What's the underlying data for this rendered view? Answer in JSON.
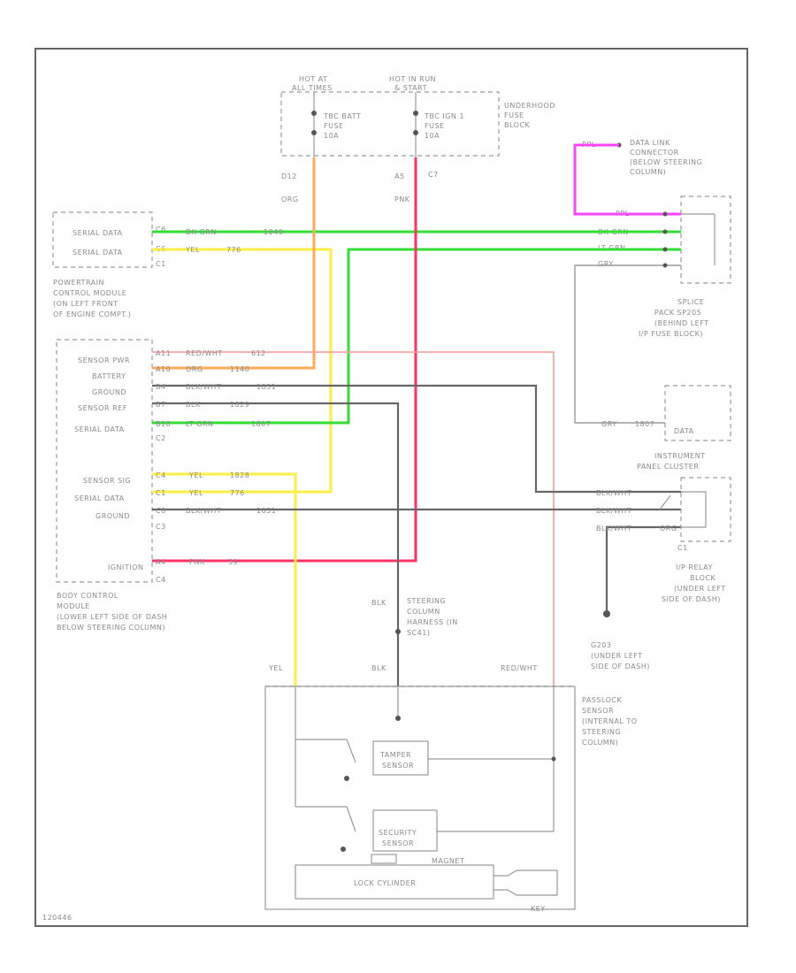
{
  "colors": {
    "dk_grn": "#33dd33",
    "yel": "#ffee44",
    "lt_grn": "#33dd33",
    "org": "#ffaa55",
    "pnk": "#ff3366",
    "red_wht": "#ff9999",
    "ppl": "#ff44ff",
    "blk": "#666666",
    "gry": "#9a9a9a"
  },
  "fuse_block": {
    "hot_at_all_times_l1": "HOT AT",
    "hot_at_all_times_l2": "ALL TIMES",
    "hot_run_l1": "HOT IN RUN",
    "hot_run_l2": "& START",
    "fuse1_l1": "TBC BATT",
    "fuse1_l2": "FUSE",
    "fuse1_l3": "10A",
    "fuse2_l1": "TBC IGN 1",
    "fuse2_l2": "FUSE",
    "fuse2_l3": "10A",
    "label_l1": "UNDERHOOD",
    "label_l2": "FUSE",
    "label_l3": "BLOCK",
    "pin_left": "D12",
    "pin_mid": "A5",
    "pin_right": "C7",
    "wire_org": "ORG",
    "wire_pnk": "PNK"
  },
  "pcm": {
    "serial_data_1": "SERIAL DATA",
    "serial_data_2": "SERIAL DATA",
    "pin1": "C6",
    "pin2": "C6",
    "wire1": "DK GRN",
    "circ1": "1049",
    "wire2": "YEL",
    "circ2": "776",
    "conn": "C1",
    "label_l1": "POWERTRAIN",
    "label_l2": "CONTROL MODULE",
    "label_l3": "(ON LEFT FRONT",
    "label_l4": "OF ENGINE COMPT.)"
  },
  "dlc": {
    "wire": "PPL",
    "label_l1": "DATA LINK",
    "label_l2": "CONNECTOR",
    "label_l3": "(BELOW STEERING",
    "label_l4": "COLUMN)",
    "w_ppl": "PPL",
    "w_dkgrn": "DK GRN",
    "w_ltgrn": "LT GRN",
    "w_gry": "GRY"
  },
  "splice": {
    "label_l1": "SPLICE",
    "label_l2": "PACK SP205",
    "label_l3": "(BEHIND LEFT",
    "label_l4": "I/P FUSE BLOCK)"
  },
  "bcm": {
    "sensor_pwr": "SENSOR PWR",
    "battery": "BATTERY",
    "ground1": "GROUND",
    "sensor_ref": "SENSOR REF",
    "serial_data": "SERIAL DATA",
    "sensor_sig": "SENSOR SIG",
    "serial_data2": "SERIAL DATA",
    "ground2": "GROUND",
    "ignition": "IGNITION",
    "conn_c2": "C2",
    "conn_c3": "C3",
    "conn_c4": "C4",
    "r1_pin": "A11",
    "r1_wire": "RED/WHT",
    "r1_circ": "612",
    "r2_pin": "A10",
    "r2_wire": "ORG",
    "r2_circ": "1140",
    "r3_pin": "B4",
    "r3_wire": "BLK/WHT",
    "r3_circ": "1851",
    "r4_pin": "B7",
    "r4_wire": "BLK",
    "r4_circ": "1829",
    "r5_pin": "B10",
    "r5_wire": "LT GRN",
    "r5_circ": "1807",
    "r6_pin": "C4",
    "r6_wire": "YEL",
    "r6_circ": "1828",
    "r7_pin": "C1",
    "r7_wire": "YEL",
    "r7_circ": "776",
    "r8_pin": "C8",
    "r8_wire": "BLK/WHT",
    "r8_circ": "1851",
    "r9_pin": "A4",
    "r9_wire": "PNK",
    "r9_circ": "39",
    "label_l1": "BODY CONTROL",
    "label_l2": "MODULE",
    "label_l3": "(LOWER LEFT SIDE OF DASH",
    "label_l4": "BELOW STEERING COLUMN)"
  },
  "ipc": {
    "wire": "GRY",
    "circ": "1807",
    "data": "DATA",
    "label_l1": "INSTRUMENT",
    "label_l2": "PANEL CLUSTER"
  },
  "relay_block": {
    "w1": "BLK/WHT",
    "w2": "BLK/WHT",
    "w3": "BLK/WHT",
    "w4": "ORG",
    "pin": "C1",
    "label_l1": "I/P RELAY",
    "label_l2": "BLOCK",
    "label_l3": "(UNDER LEFT",
    "label_l4": "SIDE OF DASH)"
  },
  "ground": {
    "label_l1": "G203",
    "label_l2": "(UNDER LEFT",
    "label_l3": "SIDE OF DASH)"
  },
  "harness": {
    "wire": "BLK",
    "label_l1": "STEERING",
    "label_l2": "COLUMN",
    "label_l3": "HARNESS (IN",
    "label_l4": "SC41)"
  },
  "sensor": {
    "w_yel": "YEL",
    "w_blk": "BLK",
    "w_redwht": "RED/WHT",
    "tamper_l1": "TAMPER",
    "tamper_l2": "SENSOR",
    "security_l1": "SECURITY",
    "security_l2": "SENSOR",
    "magnet": "MAGNET",
    "lock_cylinder": "LOCK CYLINDER",
    "key": "KEY",
    "label_l1": "PASSLOCK",
    "label_l2": "SENSOR",
    "label_l3": "(INTERNAL TO",
    "label_l4": "STEERING",
    "label_l5": "COLUMN)"
  },
  "footer_id": "120446"
}
